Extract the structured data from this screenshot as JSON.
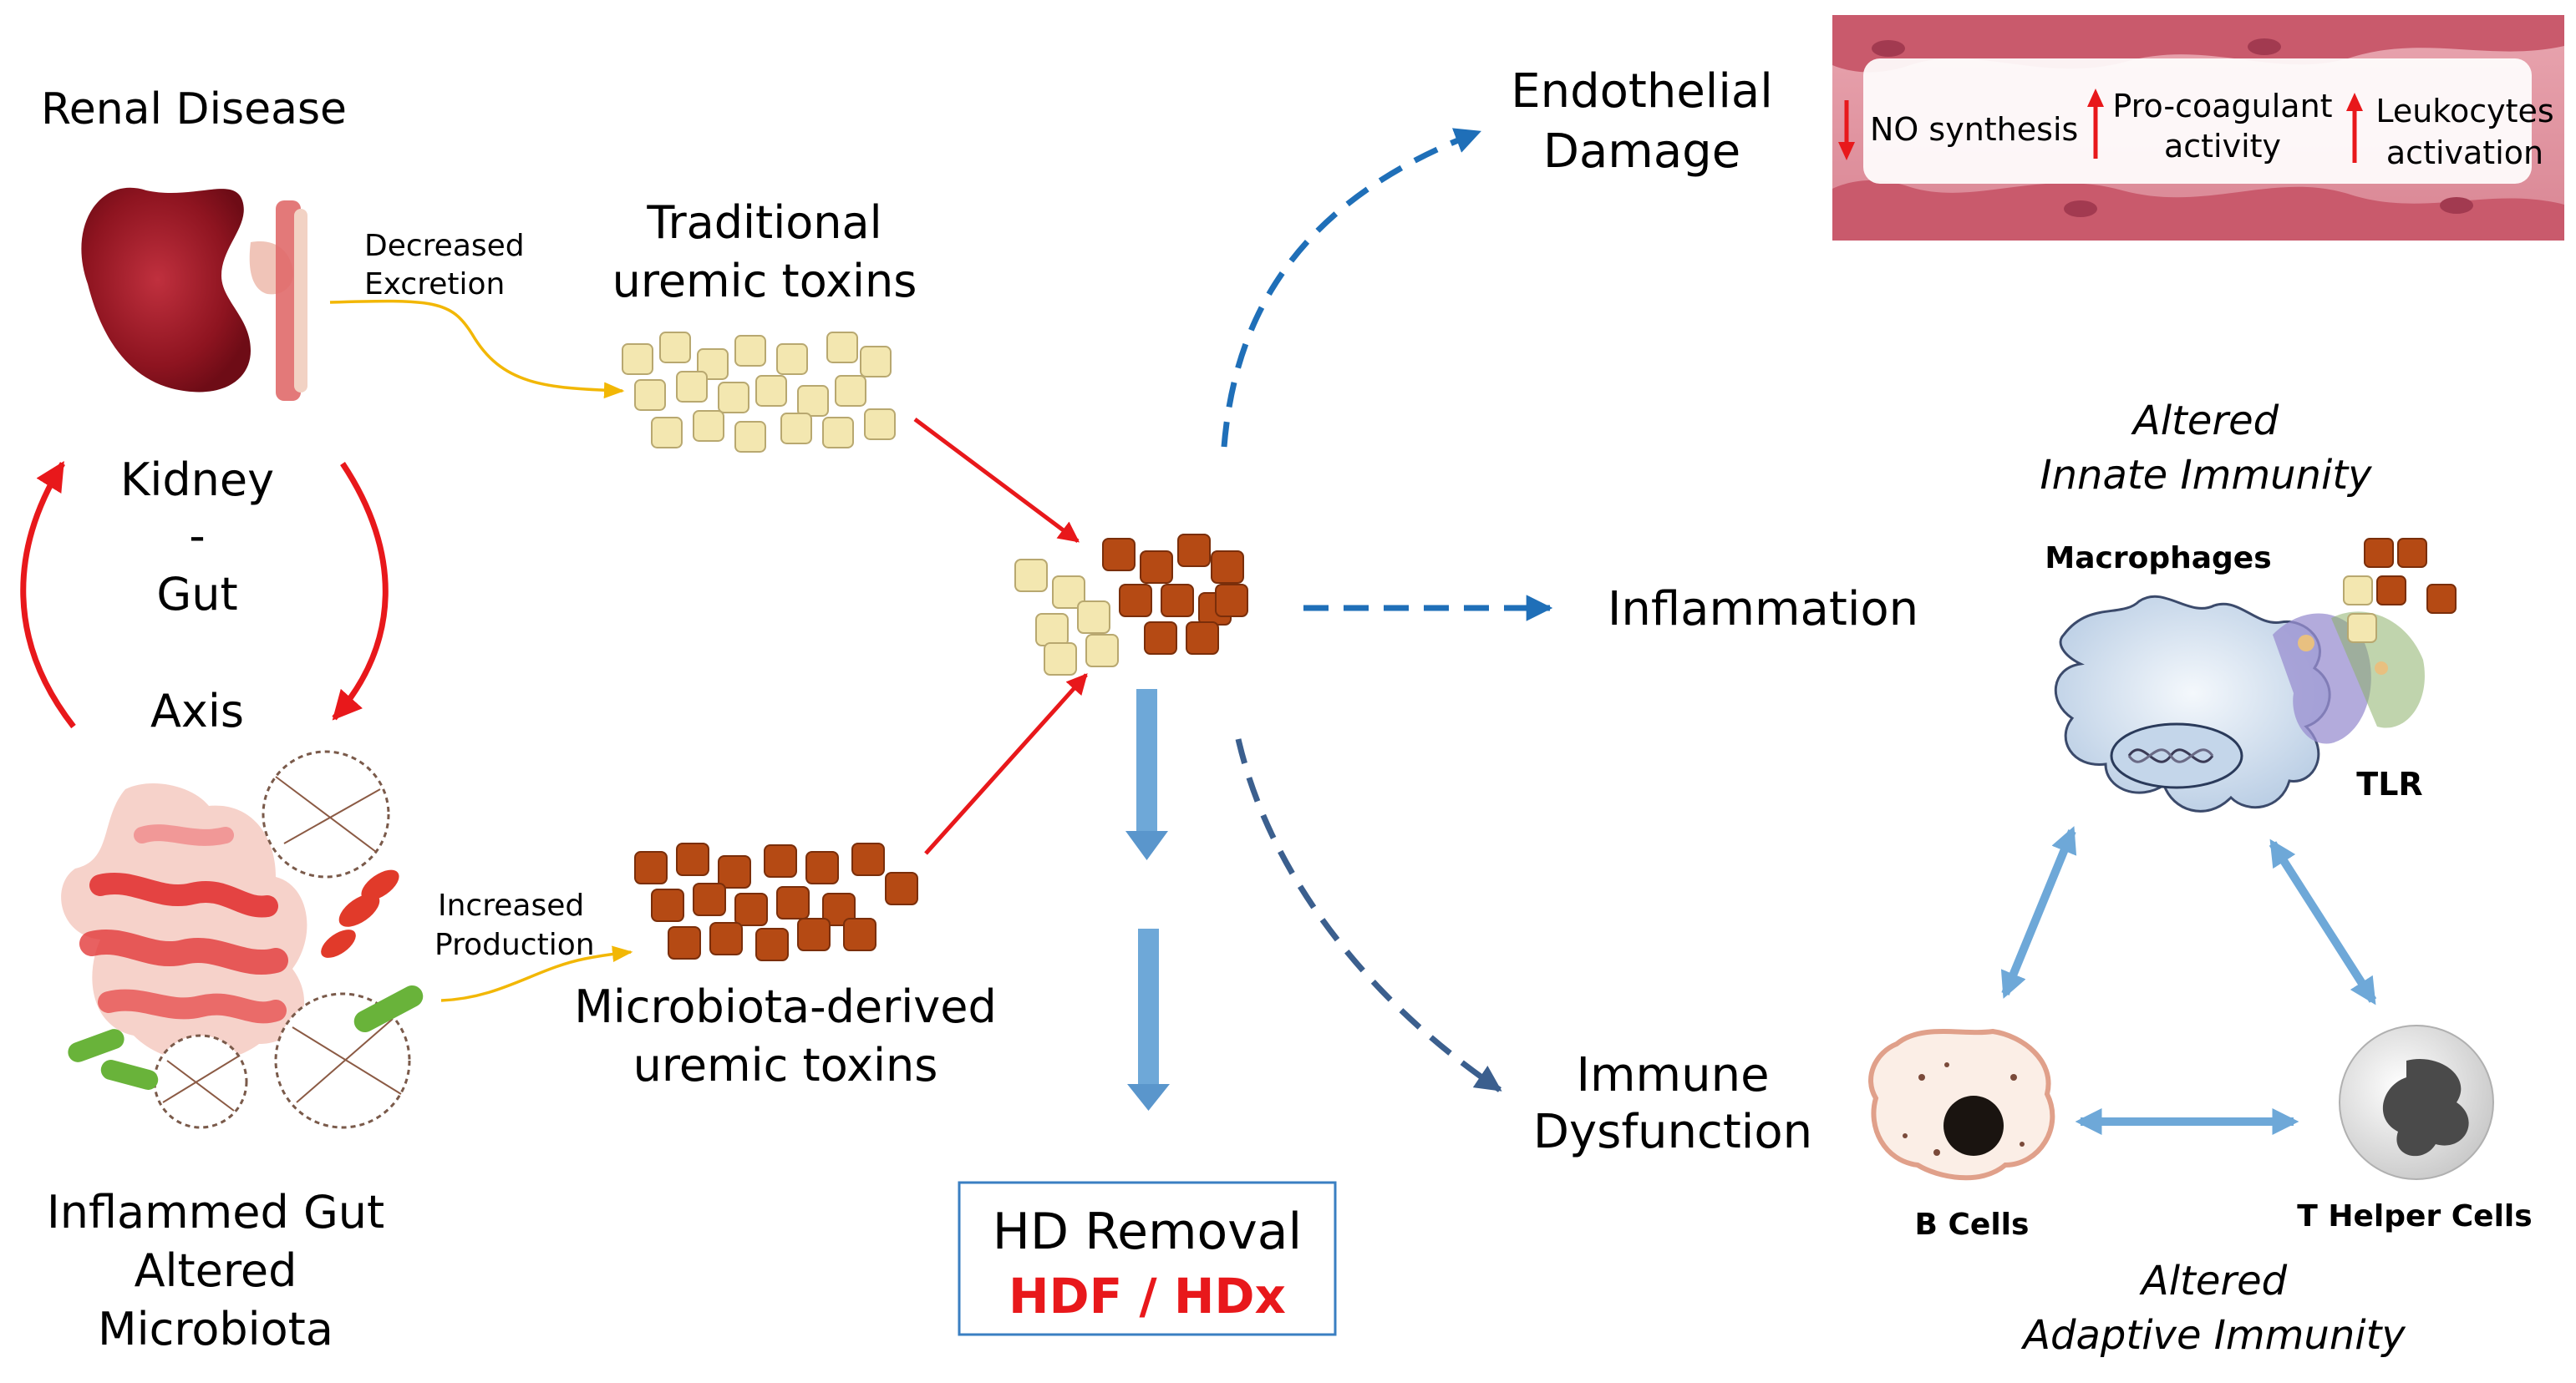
{
  "renal": {
    "title": "Renal Disease",
    "excretion": [
      "Decreased",
      "Excretion"
    ]
  },
  "axis": {
    "kidney": "Kidney",
    "dash": "-",
    "gut": "Gut",
    "axis": "Axis"
  },
  "gut": {
    "label": [
      "Inflammed Gut",
      "Altered",
      "Microbiota"
    ],
    "production": [
      "Increased",
      "Production"
    ]
  },
  "toxins": {
    "traditional": [
      "Traditional",
      "uremic toxins"
    ],
    "microbiota": [
      "Microbiota-derived",
      "uremic toxins"
    ]
  },
  "removal": {
    "line1": "HD Removal",
    "line2": "HDF / HDx",
    "accent_color": "#e8181b"
  },
  "effects": {
    "endothelial": [
      "Endothelial",
      "Damage"
    ],
    "inflammation": "Inflammation",
    "immune": [
      "Immune",
      "Dysfunction"
    ]
  },
  "vessel": {
    "no_synthesis": "NO synthesis",
    "procoagulant": [
      "Pro-coagulant",
      "activity"
    ],
    "leukocytes": [
      "Leukocytes",
      "activation"
    ]
  },
  "immunity": {
    "innate": [
      "Altered",
      "Innate Immunity"
    ],
    "macrophages": "Macrophages",
    "tlr": "TLR",
    "b_cells": "B Cells",
    "t_helper": "T Helper Cells",
    "adaptive": [
      "Altered",
      "Adaptive Immunity"
    ]
  },
  "colors": {
    "red_arrow": "#e8181b",
    "blue_dashed": "#1f6fb8",
    "blue_arrow": "#6ea8d8",
    "yellow_line": "#f2b705",
    "light_toxin": "#f3e7b0",
    "dark_toxin": "#b54a14"
  }
}
